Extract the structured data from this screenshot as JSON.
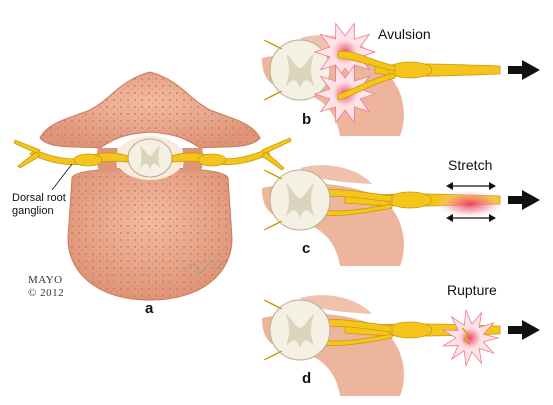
{
  "labels": {
    "injury_avulsion": "Avulsion",
    "injury_stretch": "Stretch",
    "injury_rupture": "Rupture",
    "panel_a": "a",
    "panel_b": "b",
    "panel_c": "c",
    "panel_d": "d",
    "dorsal_root_line1": "Dorsal root",
    "dorsal_root_line2": "ganglion"
  },
  "credit": {
    "line1": "MAYO",
    "line2": "© 2012"
  },
  "colors": {
    "nerve": "#f5c51c",
    "nerve_outline": "#c99a0a",
    "bone": "#e9a88b",
    "bone_dark": "#c97a5c",
    "cord": "#f4f1e4",
    "grey_matter": "#dcd4bc",
    "injury_glow": "#ef3b57",
    "arrow": "#111111"
  }
}
